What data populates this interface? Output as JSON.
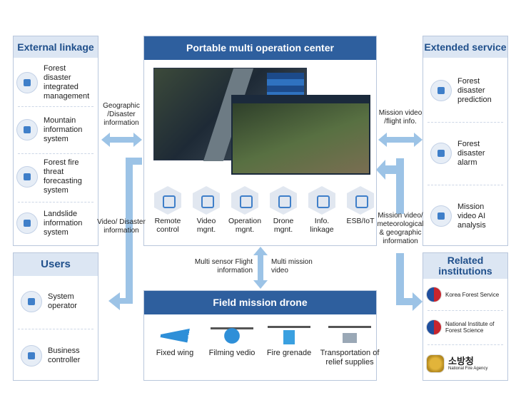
{
  "external": {
    "title": "External linkage",
    "items": [
      {
        "label": "Forest disaster integrated management",
        "icon": "forest-disaster-icon"
      },
      {
        "label": "Mountain information system",
        "icon": "map-pin-icon"
      },
      {
        "label": "Forest fire threat forecasting system",
        "icon": "fire-icon"
      },
      {
        "label": "Landslide information system",
        "icon": "landslide-icon"
      }
    ]
  },
  "center": {
    "title": "Portable multi operation center",
    "modules": [
      {
        "label": "Remote control",
        "icon": "remote-control-icon"
      },
      {
        "label": "Video mgnt.",
        "icon": "video-camera-icon"
      },
      {
        "label": "Operation mgnt.",
        "icon": "code-window-icon"
      },
      {
        "label": "Drone mgnt.",
        "icon": "drone-icon"
      },
      {
        "label": "Info. linkage",
        "icon": "network-icon"
      },
      {
        "label": "ESB/IoT",
        "icon": "iot-cloud-icon"
      }
    ]
  },
  "extended": {
    "title": "Extended service",
    "items": [
      {
        "label": "Forest disaster prediction",
        "icon": "drone-prediction-icon"
      },
      {
        "label": "Forest disaster alarm",
        "icon": "alarm-icon"
      },
      {
        "label": "Mission video AI analysis",
        "icon": "ai-head-icon"
      }
    ]
  },
  "users": {
    "title": "Users",
    "items": [
      {
        "label": "System operator",
        "icon": "operator-icon"
      },
      {
        "label": "Business controller",
        "icon": "controller-icon"
      }
    ]
  },
  "field": {
    "title": "Field mission drone",
    "drones": [
      {
        "label": "Fixed wing",
        "icon": "fixed-wing-drone-icon"
      },
      {
        "label": "Filming vedio",
        "icon": "filming-drone-icon"
      },
      {
        "label": "Fire grenade",
        "icon": "fire-grenade-drone-icon"
      },
      {
        "label": "Transportation of relief supplies",
        "icon": "transport-drone-icon"
      }
    ]
  },
  "related": {
    "title": "Related institutions",
    "items": [
      {
        "label": "Korea Forest Service",
        "icon": "korea-forest-service-logo"
      },
      {
        "label": "National Institute of Forest Science",
        "icon": "nifos-logo"
      },
      {
        "label": "소방청",
        "sub": "National Fire Agency",
        "icon": "fire-agency-logo"
      }
    ]
  },
  "flows": {
    "geo": "Geographic /Disaster information",
    "video_disaster": "Video/ Disaster information",
    "mission_video_flight": "Mission video /flight info.",
    "mission_video_meteo": "Mission video/ meteorological & geographic information",
    "multi_sensor": "Multi sensor Flight information",
    "multi_mission": "Multi mission video"
  },
  "colors": {
    "arrow": "#9cc3e6",
    "header_dark": "#2e5f9e",
    "header_light": "#dce6f3"
  }
}
